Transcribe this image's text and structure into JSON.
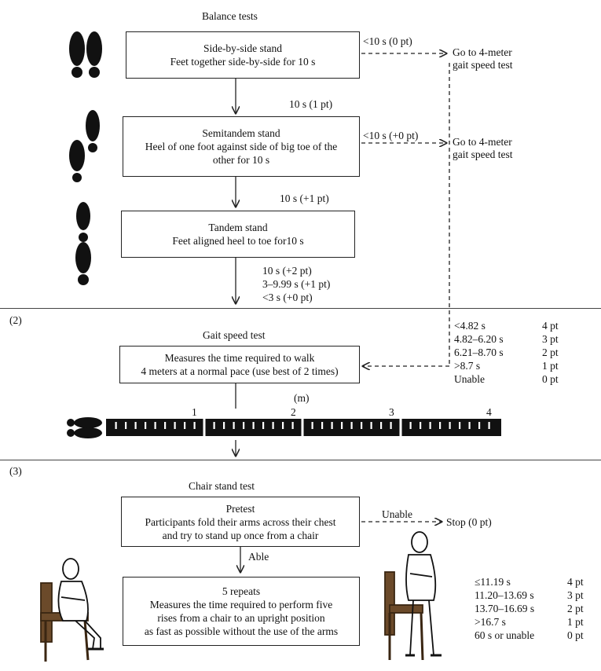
{
  "section1": {
    "title": "Balance tests",
    "side_by_side": {
      "line1": "Side-by-side stand",
      "line2": "Feet together side-by-side for 10 s"
    },
    "semitandem": {
      "line1": "Semitandem stand",
      "line2": "Heel of one foot against side of big toe of the",
      "line3": "other for 10 s"
    },
    "tandem": {
      "line1": "Tandem stand",
      "line2": "Feet aligned heel to toe for10 s"
    },
    "fail1": "<10 s (0 pt)",
    "fail2": "<10 s (+0 pt)",
    "pass1": "10 s (1 pt)",
    "pass2": "10 s (+1 pt)",
    "tandem_scores": [
      "10 s (+2 pt)",
      "3–9.99 s (+1 pt)",
      "<3 s (+0 pt)"
    ],
    "goto1": {
      "line1": "Go to 4-meter",
      "line2": "gait speed test"
    },
    "goto2": {
      "line1": "Go to 4-meter",
      "line2": "gait speed test"
    }
  },
  "section2": {
    "number": "(2)",
    "title": "Gait speed test",
    "box": {
      "line1": "Measures the time required to walk",
      "line2": "4 meters at a normal pace (use best of 2 times)"
    },
    "scores": [
      {
        "range": "<4.82 s",
        "points": "4 pt"
      },
      {
        "range": "4.82–6.20 s",
        "points": "3 pt"
      },
      {
        "range": "6.21–8.70 s",
        "points": "2 pt"
      },
      {
        "range": ">8.7 s",
        "points": "1 pt"
      },
      {
        "range": "Unable",
        "points": "0 pt"
      }
    ],
    "ruler": {
      "unit": "(m)",
      "marks": [
        "1",
        "2",
        "3",
        "4"
      ]
    }
  },
  "section3": {
    "number": "(3)",
    "title": "Chair stand test",
    "pretest": {
      "line1": "Pretest",
      "line2": "Participants fold their arms across their chest",
      "line3": "and try to stand up once from a chair"
    },
    "unable": "Unable",
    "stop": "Stop (0 pt)",
    "able": "Able",
    "repeats": {
      "line1": "5 repeats",
      "line2": "Measures the time required to perform five",
      "line3": "rises from a chair to an upright position",
      "line4": "as fast as possible without the use of the arms"
    },
    "scores": [
      {
        "range": "≤11.19 s",
        "points": "4 pt"
      },
      {
        "range": "11.20–13.69 s",
        "points": "3 pt"
      },
      {
        "range": "13.70–16.69 s",
        "points": "2 pt"
      },
      {
        "range": ">16.7 s",
        "points": "1 pt"
      },
      {
        "range": "60 s or unable",
        "points": "0 pt"
      }
    ]
  },
  "colors": {
    "line": "#222222",
    "divider": "#444444",
    "ink": "#111111"
  }
}
